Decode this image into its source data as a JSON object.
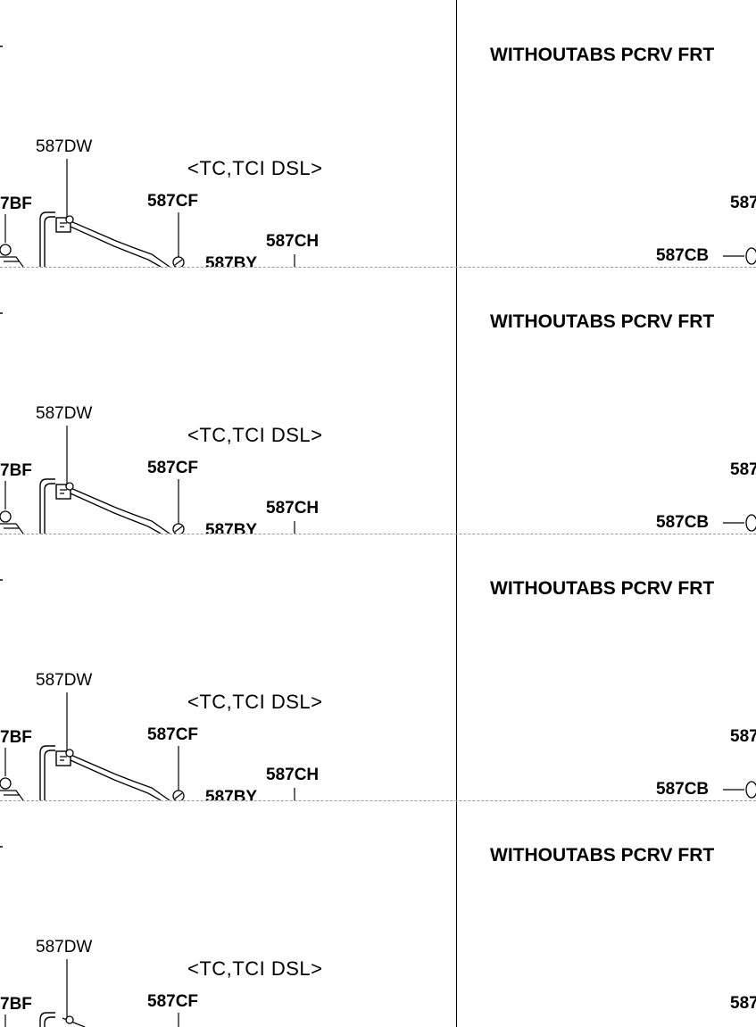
{
  "rows": [
    {
      "title": "WITHOUTABS PCRV FRT",
      "variant": "<TC,TCI DSL>",
      "labels": {
        "dw": "587DW",
        "bf": "7BF",
        "cf": "587CF",
        "ch": "587CH",
        "by": "587BY",
        "cb": "587CB",
        "partial": "587"
      }
    },
    {
      "title": "WITHOUTABS PCRV FRT",
      "variant": "<TC,TCI DSL>",
      "labels": {
        "dw": "587DW",
        "bf": "7BF",
        "cf": "587CF",
        "ch": "587CH",
        "by": "587BY",
        "cb": "587CB",
        "partial": "587"
      }
    },
    {
      "title": "WITHOUTABS PCRV FRT",
      "variant": "<TC,TCI DSL>",
      "labels": {
        "dw": "587DW",
        "bf": "7BF",
        "cf": "587CF",
        "ch": "587CH",
        "by": "587BY",
        "cb": "587CB",
        "partial": "587"
      }
    },
    {
      "title": "WITHOUTABS PCRV FRT",
      "variant": "<TC,TCI DSL>",
      "labels": {
        "dw": "587DW",
        "bf": "7BF",
        "cf": "587CF",
        "partial": "587"
      }
    }
  ]
}
